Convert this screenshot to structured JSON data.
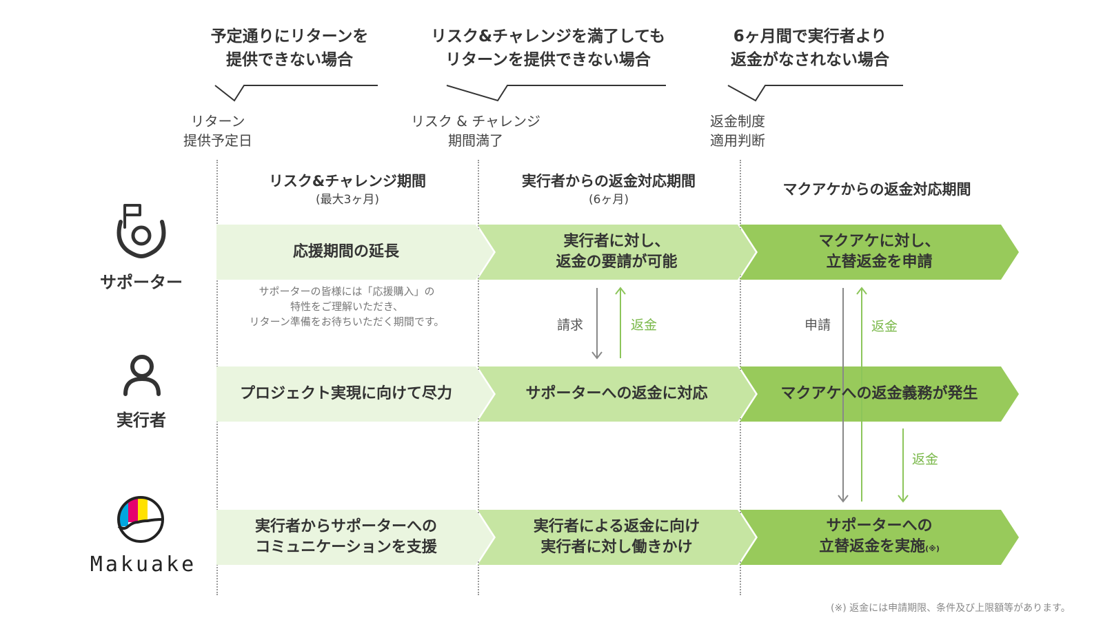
{
  "callouts": [
    {
      "lines": [
        "予定通りにリターンを",
        "提供できない場合"
      ]
    },
    {
      "lines": [
        "リスク&チャレンジを満了しても",
        "リターンを提供できない場合"
      ]
    },
    {
      "lines": [
        "6ヶ月間で実行者より",
        "返金がなされない場合"
      ]
    }
  ],
  "markers": [
    {
      "lines": [
        "リターン",
        "提供予定日"
      ]
    },
    {
      "lines": [
        "リスク & チャレンジ",
        "期間満了"
      ]
    },
    {
      "lines": [
        "返金制度",
        "適用判断"
      ]
    }
  ],
  "phases": [
    {
      "title": "リスク&チャレンジ期間",
      "sub": "(最大3ヶ月)"
    },
    {
      "title": "実行者からの返金対応期間",
      "sub": "(6ヶ月)"
    },
    {
      "title": "マクアケからの返金対応期間",
      "sub": ""
    }
  ],
  "actors": {
    "supporter": "サポーター",
    "creator": "実行者",
    "makuake": "Makuake"
  },
  "supporter_row": [
    {
      "lines": [
        "応援期間の延長"
      ]
    },
    {
      "lines": [
        "実行者に対し、",
        "返金の要請が可能"
      ]
    },
    {
      "lines": [
        "マクアケに対し、",
        "立替返金を申請"
      ]
    }
  ],
  "supporter_note": [
    "サポーターの皆様には「応援購入」の",
    "特性をご理解いただき、",
    "リターン準備をお待ちいただく期間です。"
  ],
  "creator_row": [
    {
      "lines": [
        "プロジェクト実現に向けて尽力"
      ]
    },
    {
      "lines": [
        "サポーターへの返金に対応"
      ]
    },
    {
      "lines": [
        "マクアケへの返金義務が発生"
      ]
    }
  ],
  "makuake_row": [
    {
      "lines": [
        "実行者からサポーターへの",
        "コミュニケーションを支援"
      ]
    },
    {
      "lines": [
        "実行者による返金に向け",
        "実行者に対し働きかけ"
      ]
    },
    {
      "lines": [
        "サポーターへの",
        "立替返金を実施"
      ],
      "note": "(※)"
    }
  ],
  "flows": {
    "claim": "請求",
    "refund1": "返金",
    "apply": "申請",
    "refund2": "返金",
    "refund3": "返金"
  },
  "footnote": "(※) 返金には申請期限、条件及び上限額等があります。",
  "colors": {
    "band1": "#eaf5df",
    "band2": "#c6e5a2",
    "band3": "#98ca5b",
    "refund_arrow": "#8cc55a",
    "refund_text": "#7ab84a",
    "neutral_arrow": "#888888"
  }
}
